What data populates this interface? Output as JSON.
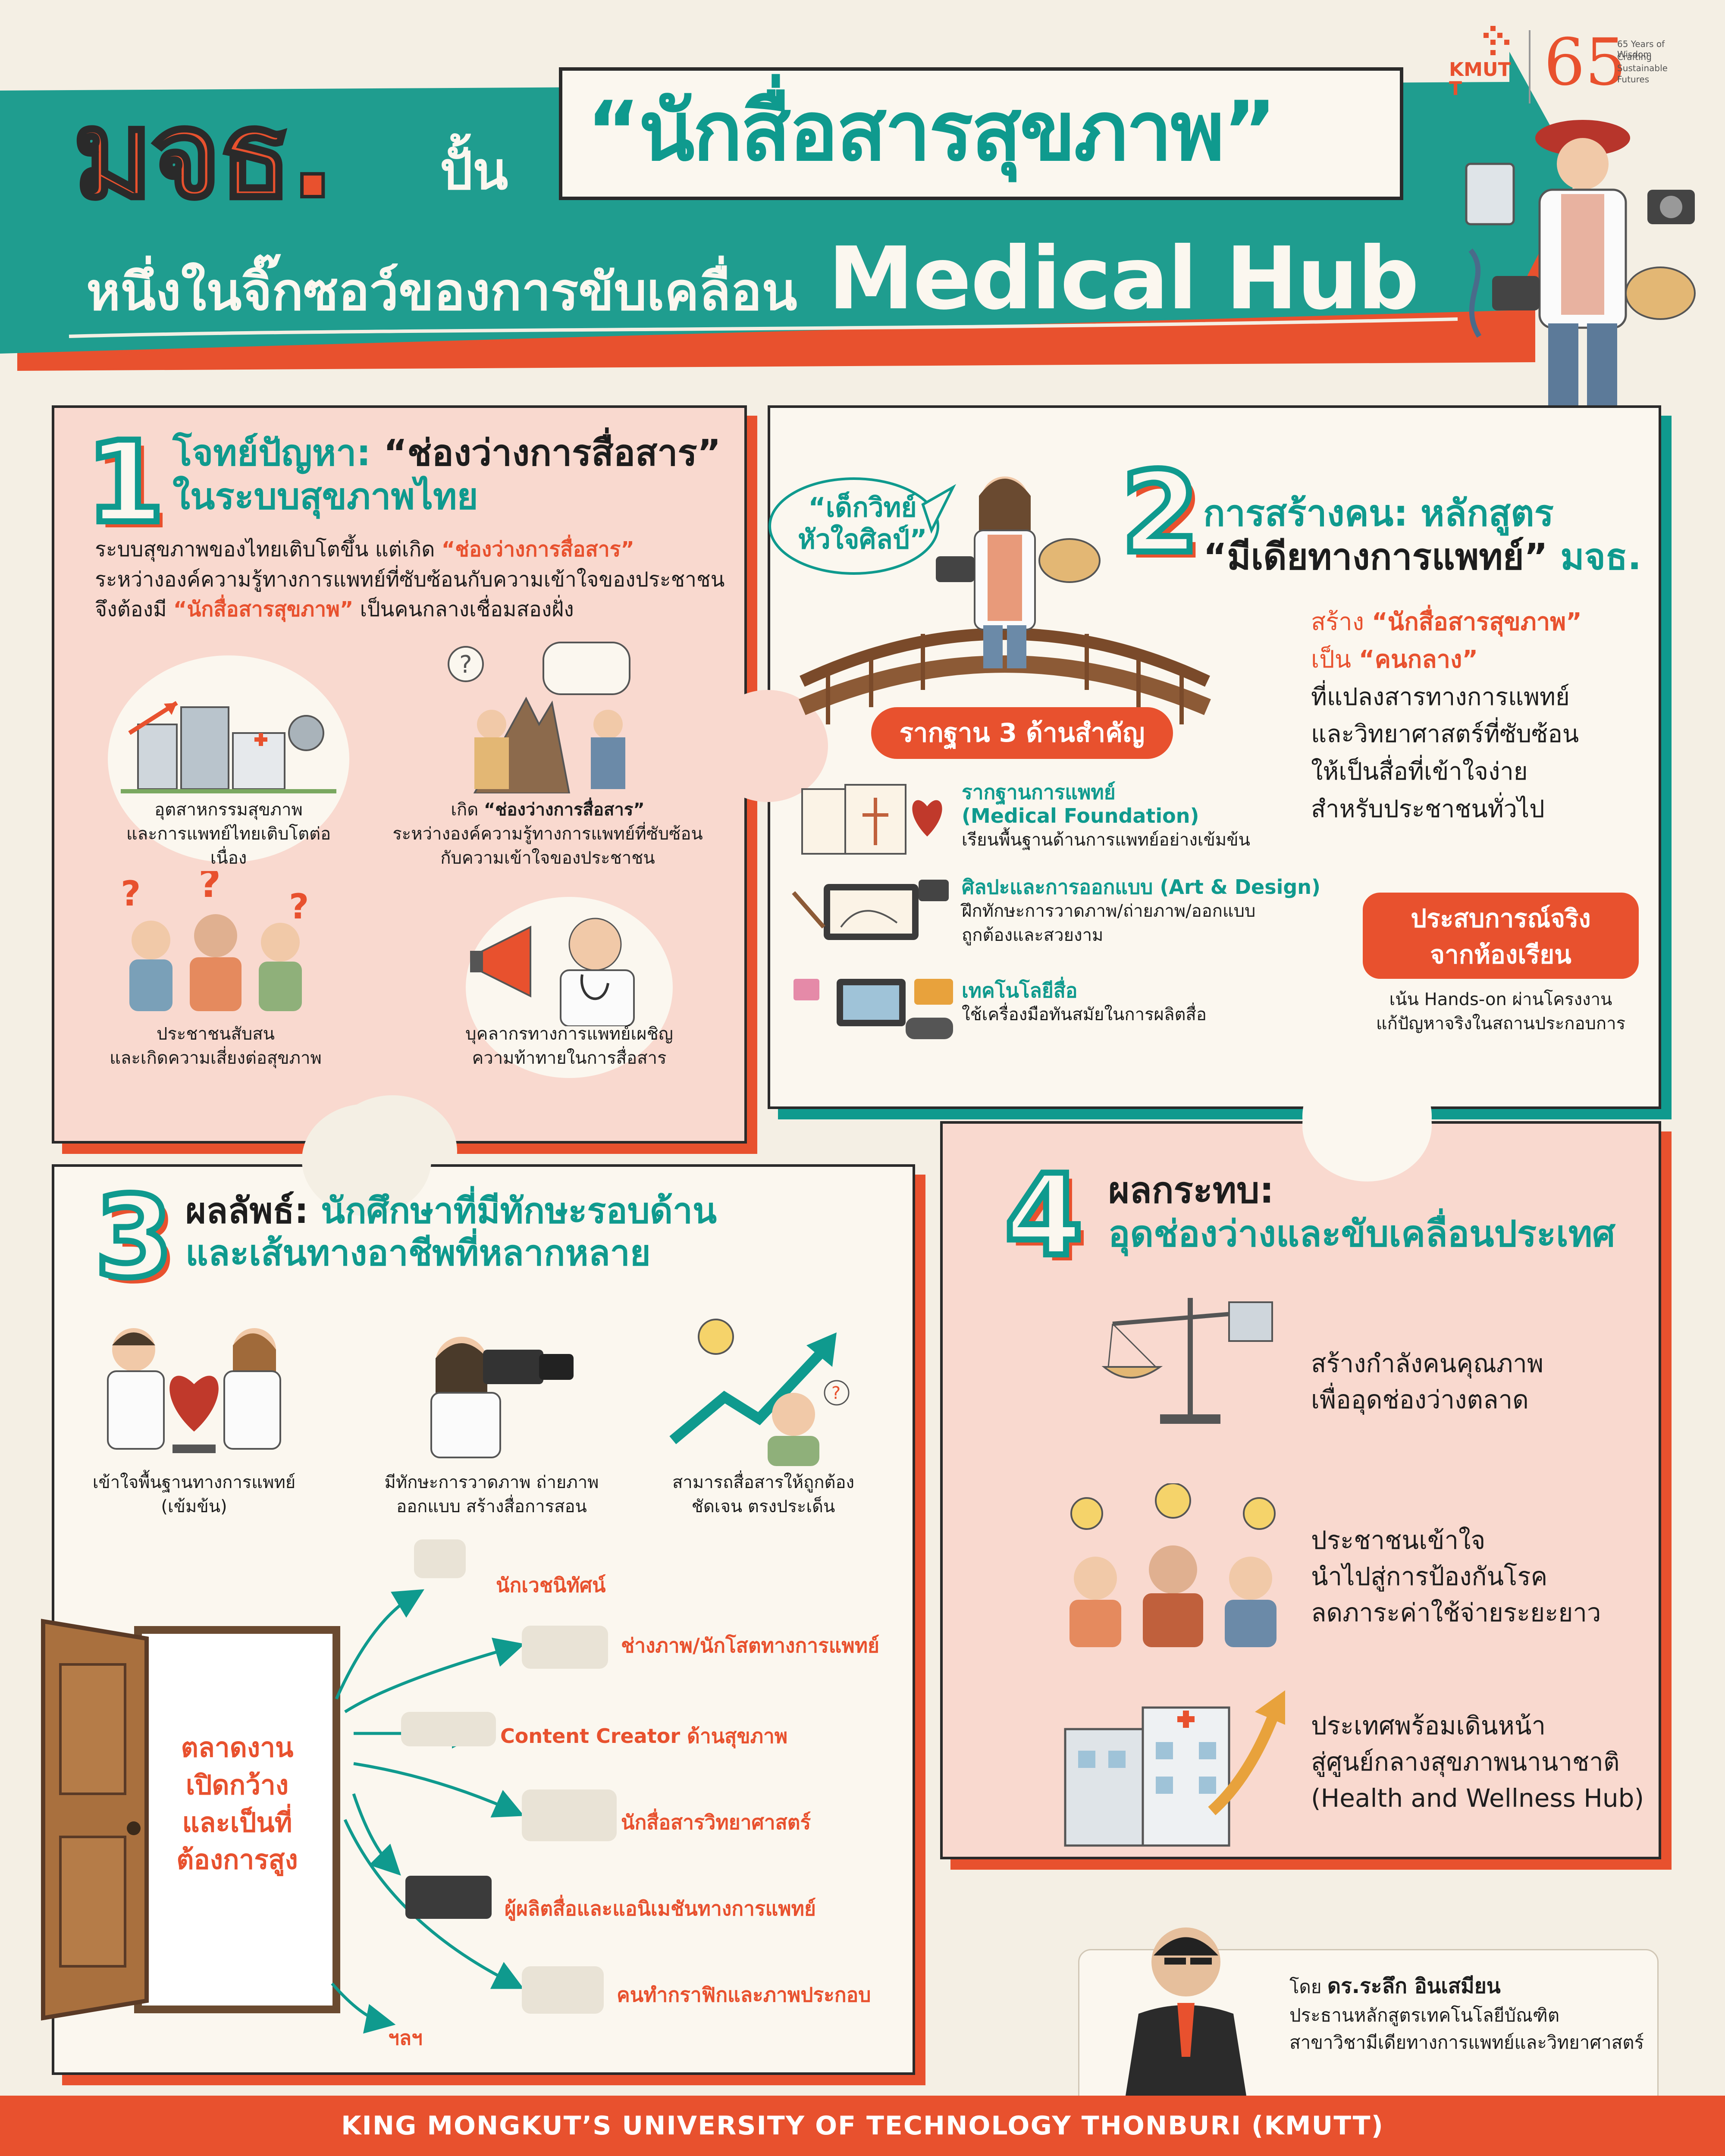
{
  "header": {
    "org_abbrev": "มจธ.",
    "verb": "ปั้น",
    "quote": "“นักสื่อสารสุขภาพ”",
    "subtitle_th": "หนึ่งในจิ๊กซอว์ของการขับเคลื่อน",
    "subtitle_en": "Medical Hub",
    "logo_text": "KMUTT",
    "anniv_number": "65",
    "anniv_lines": [
      "65 Years of Wisdom",
      "Crafting",
      "Sustainable",
      "Futures"
    ]
  },
  "sec1": {
    "num": "1",
    "title_l1a": "โจทย์ปัญหา:",
    "title_l1b": "“ช่องว่างการสื่อสาร”",
    "title_l2": "ในระบบสุขภาพไทย",
    "p_l1a": "ระบบสุขภาพของไทยเติบโตขึ้น แต่เกิด",
    "p_l1b": "“ช่องว่างการสื่อสาร”",
    "p_l2": "ระหว่างองค์ความรู้ทางการแพทย์ที่ซับซ้อนกับความเข้าใจของประชาชน",
    "p_l3a": "จึงต้องมี",
    "p_l3b": "“นักสื่อสารสุขภาพ”",
    "p_l3c": "เป็นคนกลางเชื่อมสองฝั่ง",
    "cap1_l1": "อุตสาหกรรมสุขภาพ",
    "cap1_l2": "และการแพทย์ไทยเติบโตต่อเนื่อง",
    "cap2_l1a": "เกิด",
    "cap2_l1b": "“ช่องว่างการสื่อสาร”",
    "cap2_l2": "ระหว่างองค์ความรู้ทางการแพทย์ที่ซับซ้อน",
    "cap2_l3": "กับความเข้าใจของประชาชน",
    "cap3_l1": "ประชาชนสับสน",
    "cap3_l2": "และเกิดความเสี่ยงต่อสุขภาพ",
    "cap4_l1": "บุคลากรทางการแพทย์เผชิญ",
    "cap4_l2": "ความท้าทายในการสื่อสาร"
  },
  "sec2": {
    "num": "2",
    "bubble_l1": "“เด็กวิทย์",
    "bubble_l2": "หัวใจศิลป์”",
    "title_l1": "การสร้างคน: หลักสูตร",
    "title_l2a": "“มีเดียทางการแพทย์”",
    "title_l2b": "มจธ.",
    "create_a": "สร้าง",
    "create_b": "“นักสื่อสารสุขภาพ”",
    "as_a": "เป็น",
    "as_b": "“คนกลาง”",
    "desc": [
      "ที่แปลงสารทางการแพทย์",
      "และวิทยาศาสตร์ที่ซับซ้อน",
      "ให้เป็นสื่อที่เข้าใจง่าย",
      "สำหรับประชาชนทั่วไป"
    ],
    "foundation_badge": "รากฐาน 3 ด้านสำคัญ",
    "f1_title_l1": "รากฐานการแพทย์",
    "f1_title_l2": "(Medical Foundation)",
    "f1_desc": "เรียนพื้นฐานด้านการแพทย์อย่างเข้มข้น",
    "f2_title": "ศิลปะและการออกแบบ (Art & Design)",
    "f2_desc_l1": "ฝึกทักษะการวาดภาพ/ถ่ายภาพ/ออกแบบ",
    "f2_desc_l2": "ถูกต้องและสวยงาม",
    "f3_title": "เทคโนโลยีสื่อ",
    "f3_desc": "ใช้เครื่องมือทันสมัยในการผลิตสื่อ",
    "exp_l1": "ประสบการณ์จริง",
    "exp_l2": "จากห้องเรียน",
    "exp_desc_l1": "เน้น Hands-on ผ่านโครงงาน",
    "exp_desc_l2": "แก้ปัญหาจริงในสถานประกอบการ"
  },
  "sec3": {
    "num": "3",
    "title_l1a": "ผลลัพธ์:",
    "title_l1b": "นักศึกษาที่มีทักษะรอบด้าน",
    "title_l2": "และเส้นทางอาชีพที่หลากหลาย",
    "cap1_l1": "เข้าใจพื้นฐานทางการแพทย์",
    "cap1_l2": "(เข้มข้น)",
    "cap2_l1": "มีทักษะการวาดภาพ ถ่ายภาพ",
    "cap2_l2": "ออกแบบ สร้างสื่อการสอน",
    "cap3_l1": "สามารถสื่อสารให้ถูกต้อง",
    "cap3_l2": "ชัดเจน ตรงประเด็น",
    "door_l1": "ตลาดงาน",
    "door_l2": "เปิดกว้าง",
    "door_l3": "และเป็นที่",
    "door_l4": "ต้องการสูง",
    "careers": [
      "นักเวชนิทัศน์",
      "ช่างภาพ/นักโสตทางการแพทย์",
      "Content Creator ด้านสุขภาพ",
      "นักสื่อสารวิทยาศาสตร์",
      "ผู้ผลิตสื่อและแอนิเมชันทางการแพทย์",
      "คนทำกราฟิกและภาพประกอบ",
      "ฯลฯ"
    ]
  },
  "sec4": {
    "num": "4",
    "title_l1": "ผลกระทบ:",
    "title_l2": "อุดช่องว่างและขับเคลื่อนประเทศ",
    "i1": [
      "สร้างกำลังคนคุณภาพ",
      "เพื่ออุดช่องว่างตลาด"
    ],
    "i2": [
      "ประชาชนเข้าใจ",
      "นำไปสู่การป้องกันโรค",
      "ลดภาระค่าใช้จ่ายระยะยาว"
    ],
    "i3": [
      "ประเทศพร้อมเดินหน้า",
      "สู่ศูนย์กลางสุขภาพนานาชาติ",
      "(Health and Wellness Hub)"
    ]
  },
  "author": {
    "by": "โดย",
    "name": "ดร.ระลึก อินเสมียน",
    "role_l1": "ประธานหลักสูตรเทคโนโลยีบัณฑิต",
    "role_l2": "สาขาวิชามีเดียทางการแพทย์และวิทยาศาสตร์"
  },
  "footer": {
    "text": "KING MONGKUT’S UNIVERSITY OF TECHNOLOGY THONBURI (KMUTT)"
  },
  "colors": {
    "teal": "#0f9a8e",
    "orange": "#e8512e",
    "pink": "#f9d9cf",
    "cream": "#f4efe4"
  }
}
